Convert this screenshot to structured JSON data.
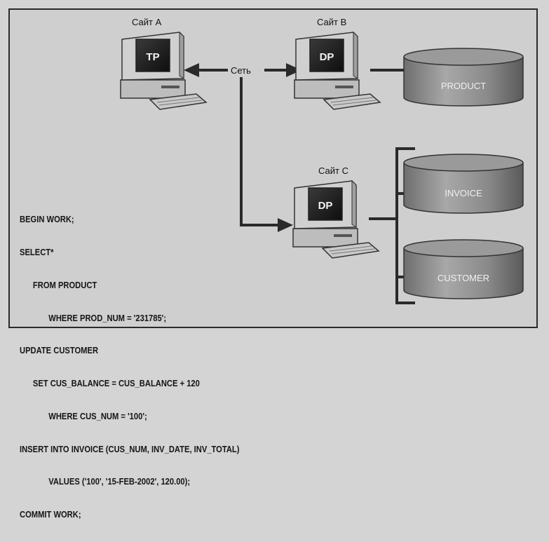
{
  "sites": [
    {
      "label": "Сайт A",
      "processor": "TP"
    },
    {
      "label": "Сайт B",
      "processor": "DP"
    },
    {
      "label": "Сайт C",
      "processor": "DP"
    }
  ],
  "network_label": "Сеть",
  "databases": [
    "PRODUCT",
    "INVOICE",
    "CUSTOMER"
  ],
  "sql_lines": [
    "BEGIN WORK;",
    "SELECT*",
    "FROM PRODUCT",
    "WHERE PROD_NUM = '231785';",
    "UPDATE CUSTOMER",
    "SET CUS_BALANCE = CUS_BALANCE + 120",
    "WHERE CUS_NUM = '100';",
    "INSERT INTO INVOICE (CUS_NUM, INV_DATE, INV_TOTAL)",
    "VALUES ('100', '15-FEB-2002', 120.00);",
    "COMMIT WORK;"
  ]
}
